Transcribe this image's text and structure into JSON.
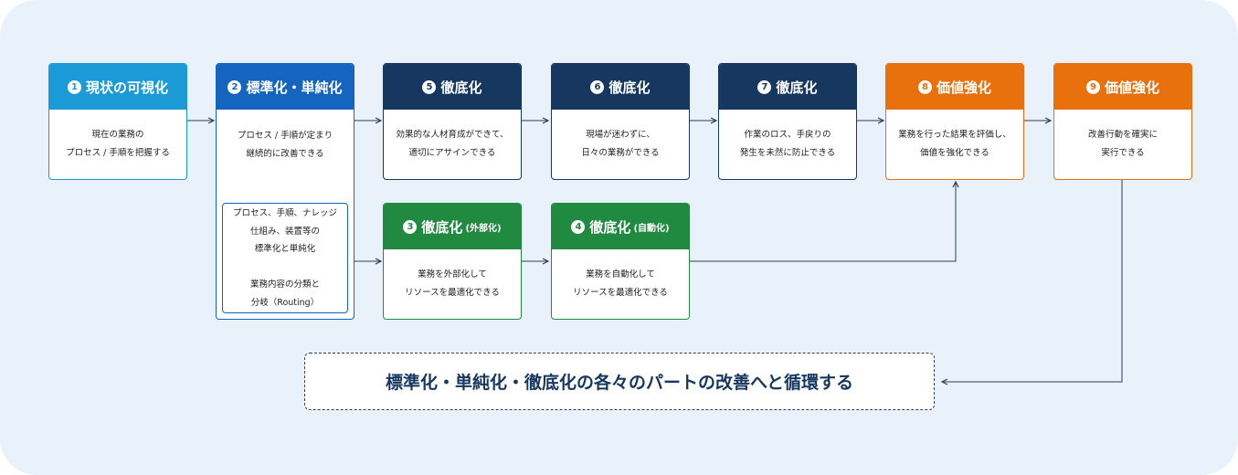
{
  "boxes": {
    "b1": {
      "num": "1",
      "title": "現状の可視化",
      "body": "現在の業務の\nプロセス / 手順を把握する"
    },
    "b2": {
      "num": "2",
      "title": "標準化・単純化",
      "body": "プロセス / 手順が定まり\n継続的に改善できる"
    },
    "b2_inner": {
      "body": "プロセス、手順、ナレッジ\n仕組み、装置等の\n標準化と単純化\n\n業務内容の分類と\n分岐（Routing）"
    },
    "b3": {
      "num": "3",
      "title": "徹底化",
      "sub": "(外部化)",
      "body": "業務を外部化して\nリソースを最適化できる"
    },
    "b4": {
      "num": "4",
      "title": "徹底化",
      "sub": "(自動化)",
      "body": "業務を自動化して\nリソースを最適化できる"
    },
    "b5": {
      "num": "5",
      "title": "徹底化",
      "body": "効果的な人材育成ができて、\n適切にアサインできる"
    },
    "b6": {
      "num": "6",
      "title": "徹底化",
      "body": "現場が迷わずに、\n日々の業務ができる"
    },
    "b7": {
      "num": "7",
      "title": "徹底化",
      "body": "作業のロス、手戻りの\n発生を未然に防止できる"
    },
    "b8": {
      "num": "8",
      "title": "価値強化",
      "body": "業務を行った結果を評価し、\n価値を強化できる"
    },
    "b9": {
      "num": "9",
      "title": "価値強化",
      "body": "改善行動を確実に\n実行できる"
    }
  },
  "banner": {
    "text": "標準化・単純化・徹底化の各々のパートの改善へと循環する"
  },
  "colors": {
    "cyan": "#1a9bd7",
    "blue": "#1565c0",
    "navy": "#16375f",
    "green": "#1f8a40",
    "orange": "#e8700d",
    "connector": "#2b3d55",
    "background": "#e9f1fb"
  }
}
